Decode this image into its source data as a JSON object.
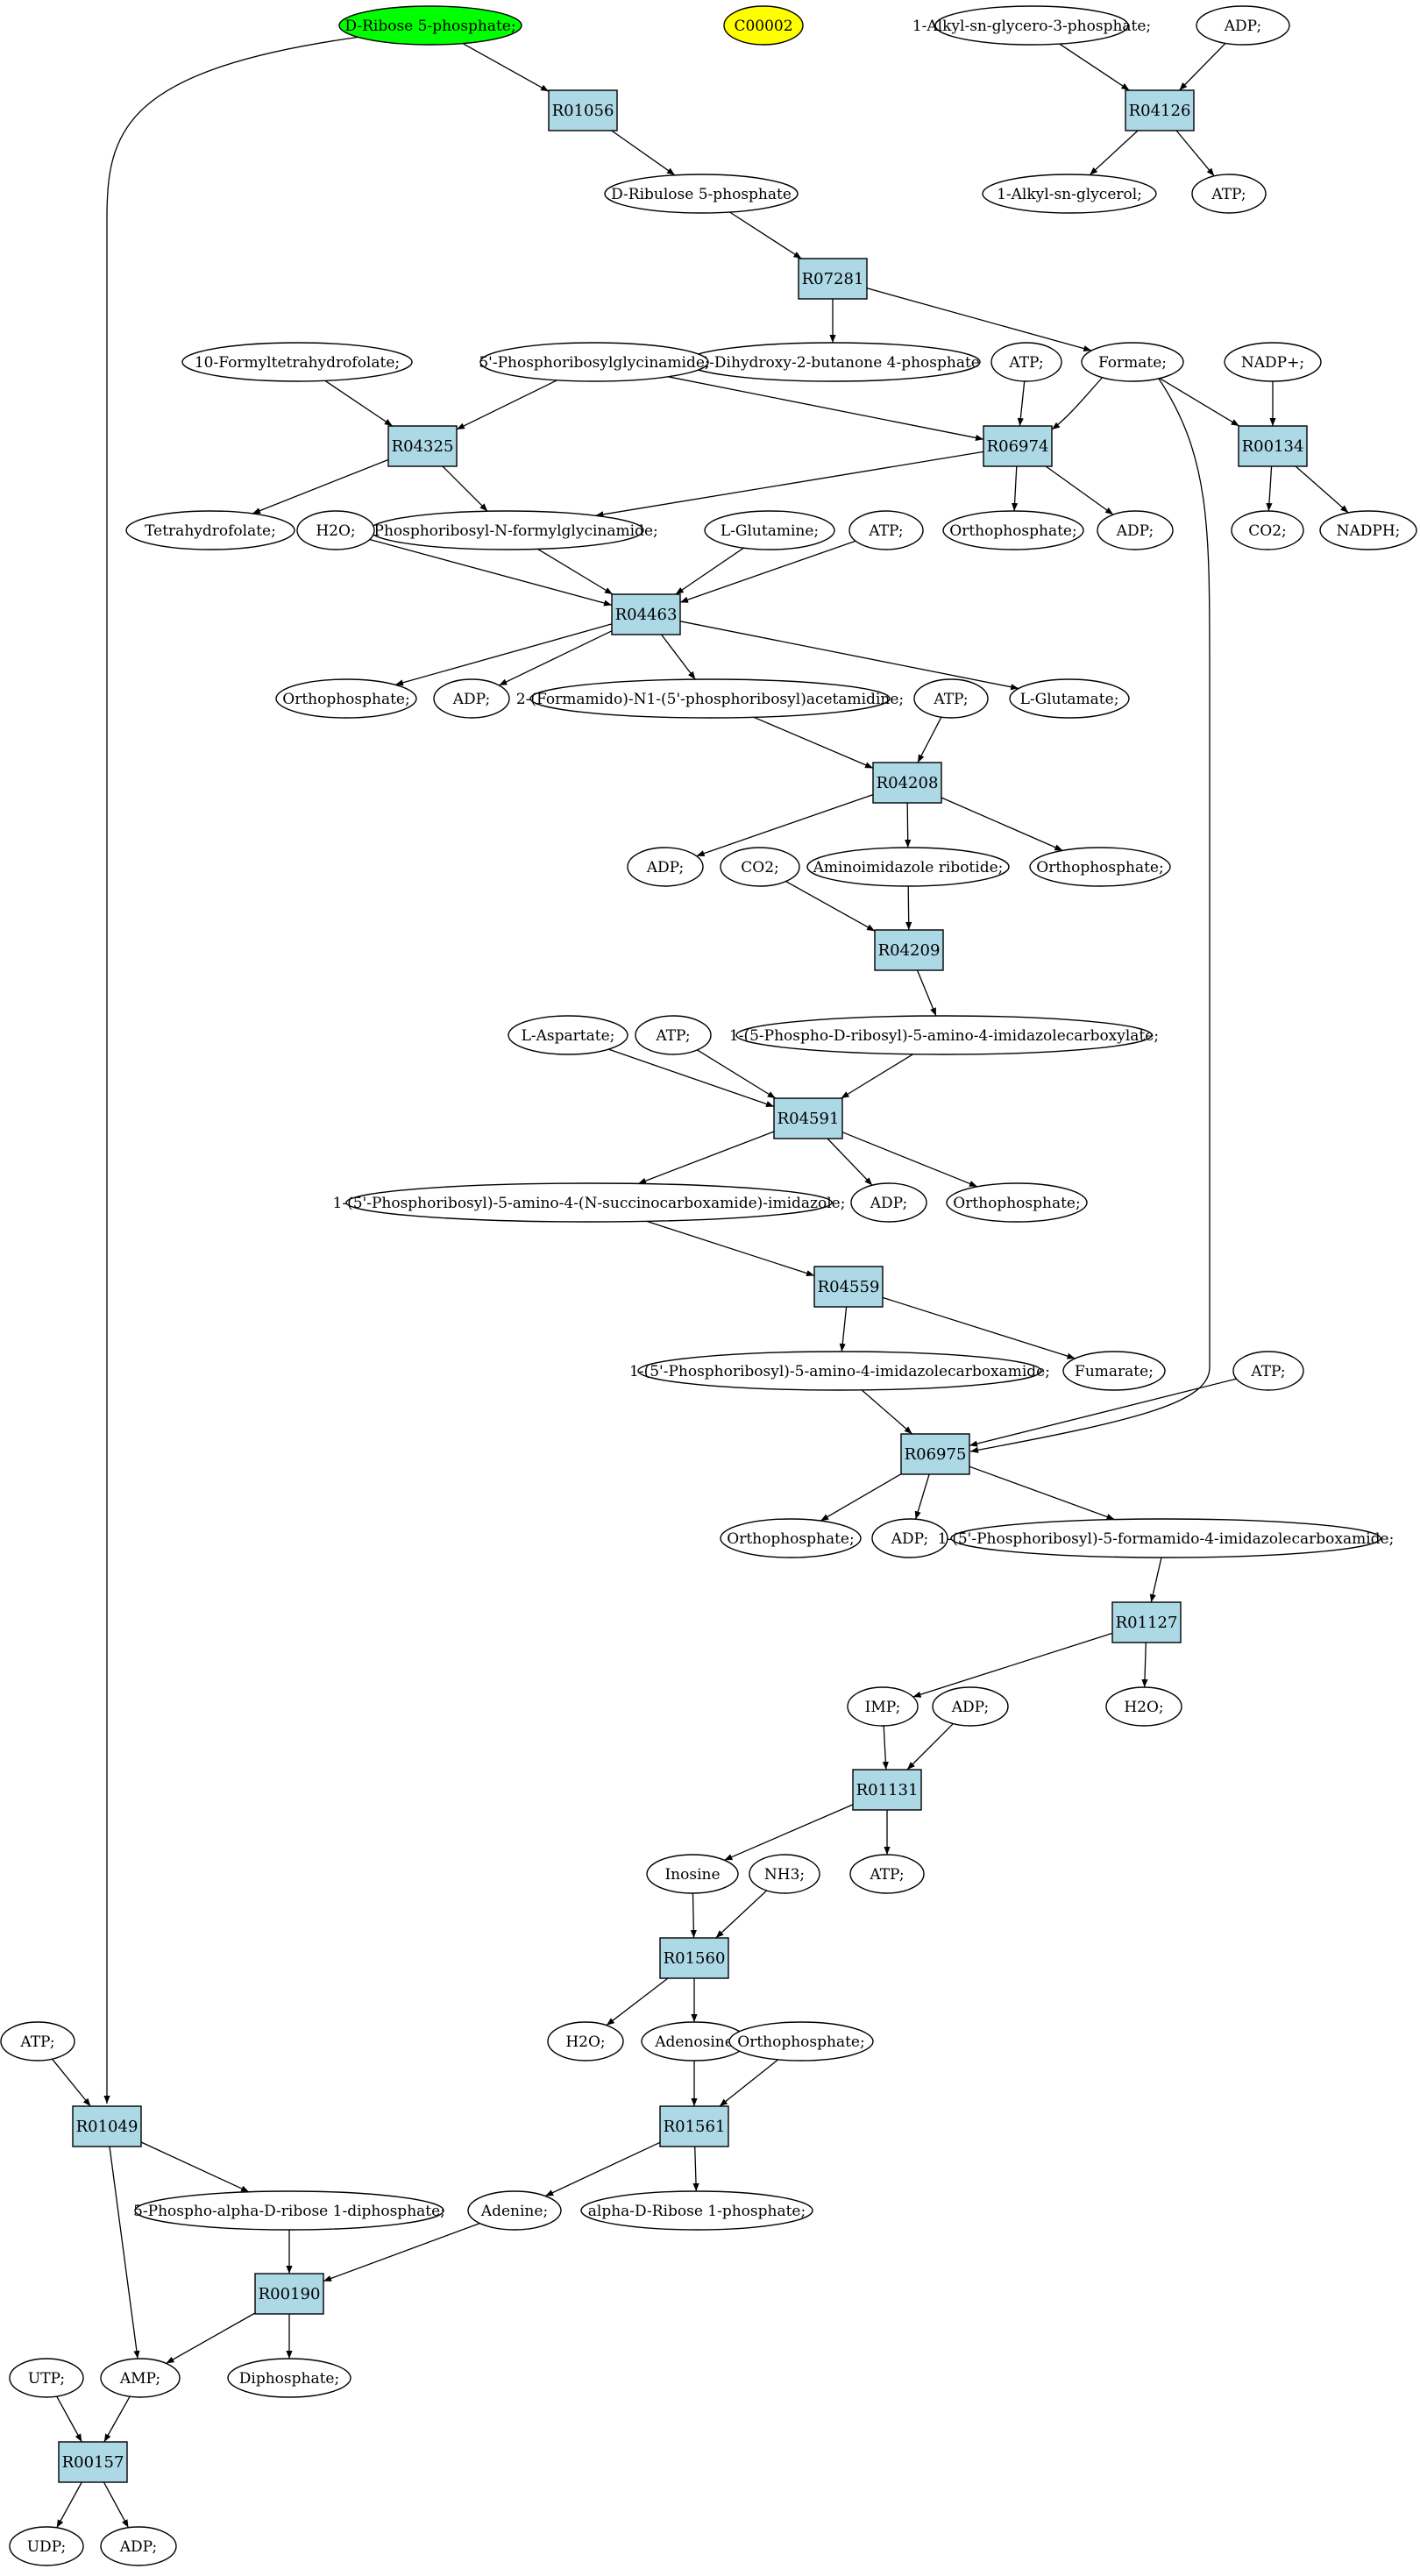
{
  "colors": {
    "reaction_fill": "#add8e6",
    "start_fill": "#00ff00",
    "highlight_fill": "#ffff00",
    "compound_fill": "#ffffff",
    "stroke": "#000000"
  },
  "reactions": {
    "R01056": "R01056",
    "R04126": "R04126",
    "R07281": "R07281",
    "R04325": "R04325",
    "R06974": "R06974",
    "R00134": "R00134",
    "R04463": "R04463",
    "R04208": "R04208",
    "R04209": "R04209",
    "R04591": "R04591",
    "R04559": "R04559",
    "R06975": "R06975",
    "R01127": "R01127",
    "R01131": "R01131",
    "R01560": "R01560",
    "R01049": "R01049",
    "R01561": "R01561",
    "R00190": "R00190",
    "R00157": "R00157"
  },
  "compounds": {
    "d_ribose_5p": "D-Ribose 5-phosphate;",
    "c00002": "C00002",
    "alkyl_g3p": "1-Alkyl-sn-glycero-3-phosphate;",
    "adp_r04126": "ADP;",
    "alkyl_glycerol": "1-Alkyl-sn-glycerol;",
    "atp_r04126": "ATP;",
    "d_ribulose_5p": "D-Ribulose 5-phosphate",
    "dihydroxy_butanone": "3,4-Dihydroxy-2-butanone 4-phosphate",
    "formyl_thf": "10-Formyltetrahydrofolate;",
    "pr_glycinamide": "5'-Phosphoribosylglycinamide;",
    "atp_r06974": "ATP;",
    "formate": "Formate;",
    "nadp": "NADP+;",
    "thf": "Tetrahydrofolate;",
    "pr_formylglycinamide": "5'-Phosphoribosyl-N-formylglycinamide;",
    "ortho_r06974": "Orthophosphate;",
    "adp_r06974": "ADP;",
    "co2_r00134": "CO2;",
    "nadph": "NADPH;",
    "h2o_r04463": "H2O;",
    "glutamine": "L-Glutamine;",
    "atp_r04463": "ATP;",
    "ortho_r04463": "Orthophosphate;",
    "adp_r04463": "ADP;",
    "formamido_acetamidine": "2-(Formamido)-N1-(5'-phosphoribosyl)acetamidine;",
    "glutamate": "L-Glutamate;",
    "atp_r04208": "ATP;",
    "adp_r04208": "ADP;",
    "air": "Aminoimidazole ribotide;",
    "ortho_r04208": "Orthophosphate;",
    "co2_r04209": "CO2;",
    "carboxylate": "1-(5-Phospho-D-ribosyl)-5-amino-4-imidazolecarboxylate;",
    "aspartate": "L-Aspartate;",
    "atp_r04591": "ATP;",
    "saicar": "1-(5'-Phosphoribosyl)-5-amino-4-(N-succinocarboxamide)-imidazole;",
    "adp_r04591": "ADP;",
    "ortho_r04591": "Orthophosphate;",
    "aicar": "1-(5'-Phosphoribosyl)-5-amino-4-imidazolecarboxamide;",
    "fumarate": "Fumarate;",
    "atp_r06975": "ATP;",
    "ortho_r06975": "Orthophosphate;",
    "adp_r06975": "ADP;",
    "faicar": "1-(5'-Phosphoribosyl)-5-formamido-4-imidazolecarboxamide;",
    "imp": "IMP;",
    "adp_r01131": "ADP;",
    "h2o_r01127": "H2O;",
    "inosine": "Inosine",
    "nh3": "NH3;",
    "atp_r01131": "ATP;",
    "atp_r01049": "ATP;",
    "h2o_r01560": "H2O;",
    "adenosine": "Adenosine",
    "ortho_r01561": "Orthophosphate;",
    "prpp": "5-Phospho-alpha-D-ribose 1-diphosphate;",
    "adenine": "Adenine;",
    "ribose_1p": "alpha-D-Ribose 1-phosphate;",
    "utp": "UTP;",
    "amp": "AMP;",
    "diphosphate": "Diphosphate;",
    "udp": "UDP;",
    "adp_r00157": "ADP;"
  },
  "edges": [
    [
      "d_ribose_5p",
      "R01056"
    ],
    [
      "R01056",
      "d_ribulose_5p"
    ],
    [
      "d_ribulose_5p",
      "R07281"
    ],
    [
      "R07281",
      "dihydroxy_butanone"
    ],
    [
      "R07281",
      "formate"
    ],
    [
      "alkyl_g3p",
      "R04126"
    ],
    [
      "adp_r04126",
      "R04126"
    ],
    [
      "R04126",
      "alkyl_glycerol"
    ],
    [
      "R04126",
      "atp_r04126"
    ],
    [
      "formyl_thf",
      "R04325"
    ],
    [
      "pr_glycinamide",
      "R04325"
    ],
    [
      "R04325",
      "thf"
    ],
    [
      "R04325",
      "pr_formylglycinamide"
    ],
    [
      "pr_glycinamide",
      "R06974"
    ],
    [
      "atp_r06974",
      "R06974"
    ],
    [
      "formate",
      "R06974"
    ],
    [
      "R06974",
      "pr_formylglycinamide"
    ],
    [
      "R06974",
      "ortho_r06974"
    ],
    [
      "R06974",
      "adp_r06974"
    ],
    [
      "formate",
      "R00134"
    ],
    [
      "nadp",
      "R00134"
    ],
    [
      "R00134",
      "co2_r00134"
    ],
    [
      "R00134",
      "nadph"
    ],
    [
      "h2o_r04463",
      "R04463"
    ],
    [
      "pr_formylglycinamide",
      "R04463"
    ],
    [
      "glutamine",
      "R04463"
    ],
    [
      "atp_r04463",
      "R04463"
    ],
    [
      "R04463",
      "ortho_r04463"
    ],
    [
      "R04463",
      "adp_r04463"
    ],
    [
      "R04463",
      "formamido_acetamidine"
    ],
    [
      "R04463",
      "glutamate"
    ],
    [
      "formamido_acetamidine",
      "R04208"
    ],
    [
      "atp_r04208",
      "R04208"
    ],
    [
      "R04208",
      "adp_r04208"
    ],
    [
      "R04208",
      "air"
    ],
    [
      "R04208",
      "ortho_r04208"
    ],
    [
      "co2_r04209",
      "R04209"
    ],
    [
      "air",
      "R04209"
    ],
    [
      "R04209",
      "carboxylate"
    ],
    [
      "aspartate",
      "R04591"
    ],
    [
      "atp_r04591",
      "R04591"
    ],
    [
      "carboxylate",
      "R04591"
    ],
    [
      "R04591",
      "saicar"
    ],
    [
      "R04591",
      "adp_r04591"
    ],
    [
      "R04591",
      "ortho_r04591"
    ],
    [
      "saicar",
      "R04559"
    ],
    [
      "R04559",
      "aicar"
    ],
    [
      "R04559",
      "fumarate"
    ],
    [
      "aicar",
      "R06975"
    ],
    [
      "formate",
      "R06975"
    ],
    [
      "atp_r06975",
      "R06975"
    ],
    [
      "R06975",
      "ortho_r06975"
    ],
    [
      "R06975",
      "adp_r06975"
    ],
    [
      "R06975",
      "faicar"
    ],
    [
      "faicar",
      "R01127"
    ],
    [
      "R01127",
      "imp"
    ],
    [
      "R01127",
      "h2o_r01127"
    ],
    [
      "imp",
      "R01131"
    ],
    [
      "adp_r01131",
      "R01131"
    ],
    [
      "R01131",
      "inosine"
    ],
    [
      "R01131",
      "atp_r01131"
    ],
    [
      "inosine",
      "R01560"
    ],
    [
      "nh3",
      "R01560"
    ],
    [
      "R01560",
      "h2o_r01560"
    ],
    [
      "R01560",
      "adenosine"
    ],
    [
      "adenosine",
      "R01561"
    ],
    [
      "ortho_r01561",
      "R01561"
    ],
    [
      "R01561",
      "adenine"
    ],
    [
      "R01561",
      "ribose_1p"
    ],
    [
      "d_ribose_5p",
      "R01049"
    ],
    [
      "atp_r01049",
      "R01049"
    ],
    [
      "R01049",
      "prpp"
    ],
    [
      "R01049",
      "amp"
    ],
    [
      "prpp",
      "R00190"
    ],
    [
      "adenine",
      "R00190"
    ],
    [
      "R00190",
      "amp"
    ],
    [
      "R00190",
      "diphosphate"
    ],
    [
      "utp",
      "R00157"
    ],
    [
      "amp",
      "R00157"
    ],
    [
      "R00157",
      "udp"
    ],
    [
      "R00157",
      "adp_r00157"
    ]
  ]
}
